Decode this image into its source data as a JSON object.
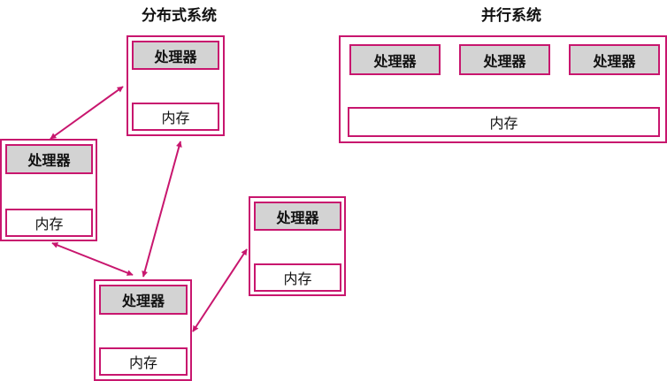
{
  "titles": {
    "distributed": "分布式系统",
    "parallel": "并行系统"
  },
  "labels": {
    "processor": "处理器",
    "memory": "内存"
  },
  "colors": {
    "accent": "#c8166e",
    "processor_fill": "#d3d3d3"
  }
}
